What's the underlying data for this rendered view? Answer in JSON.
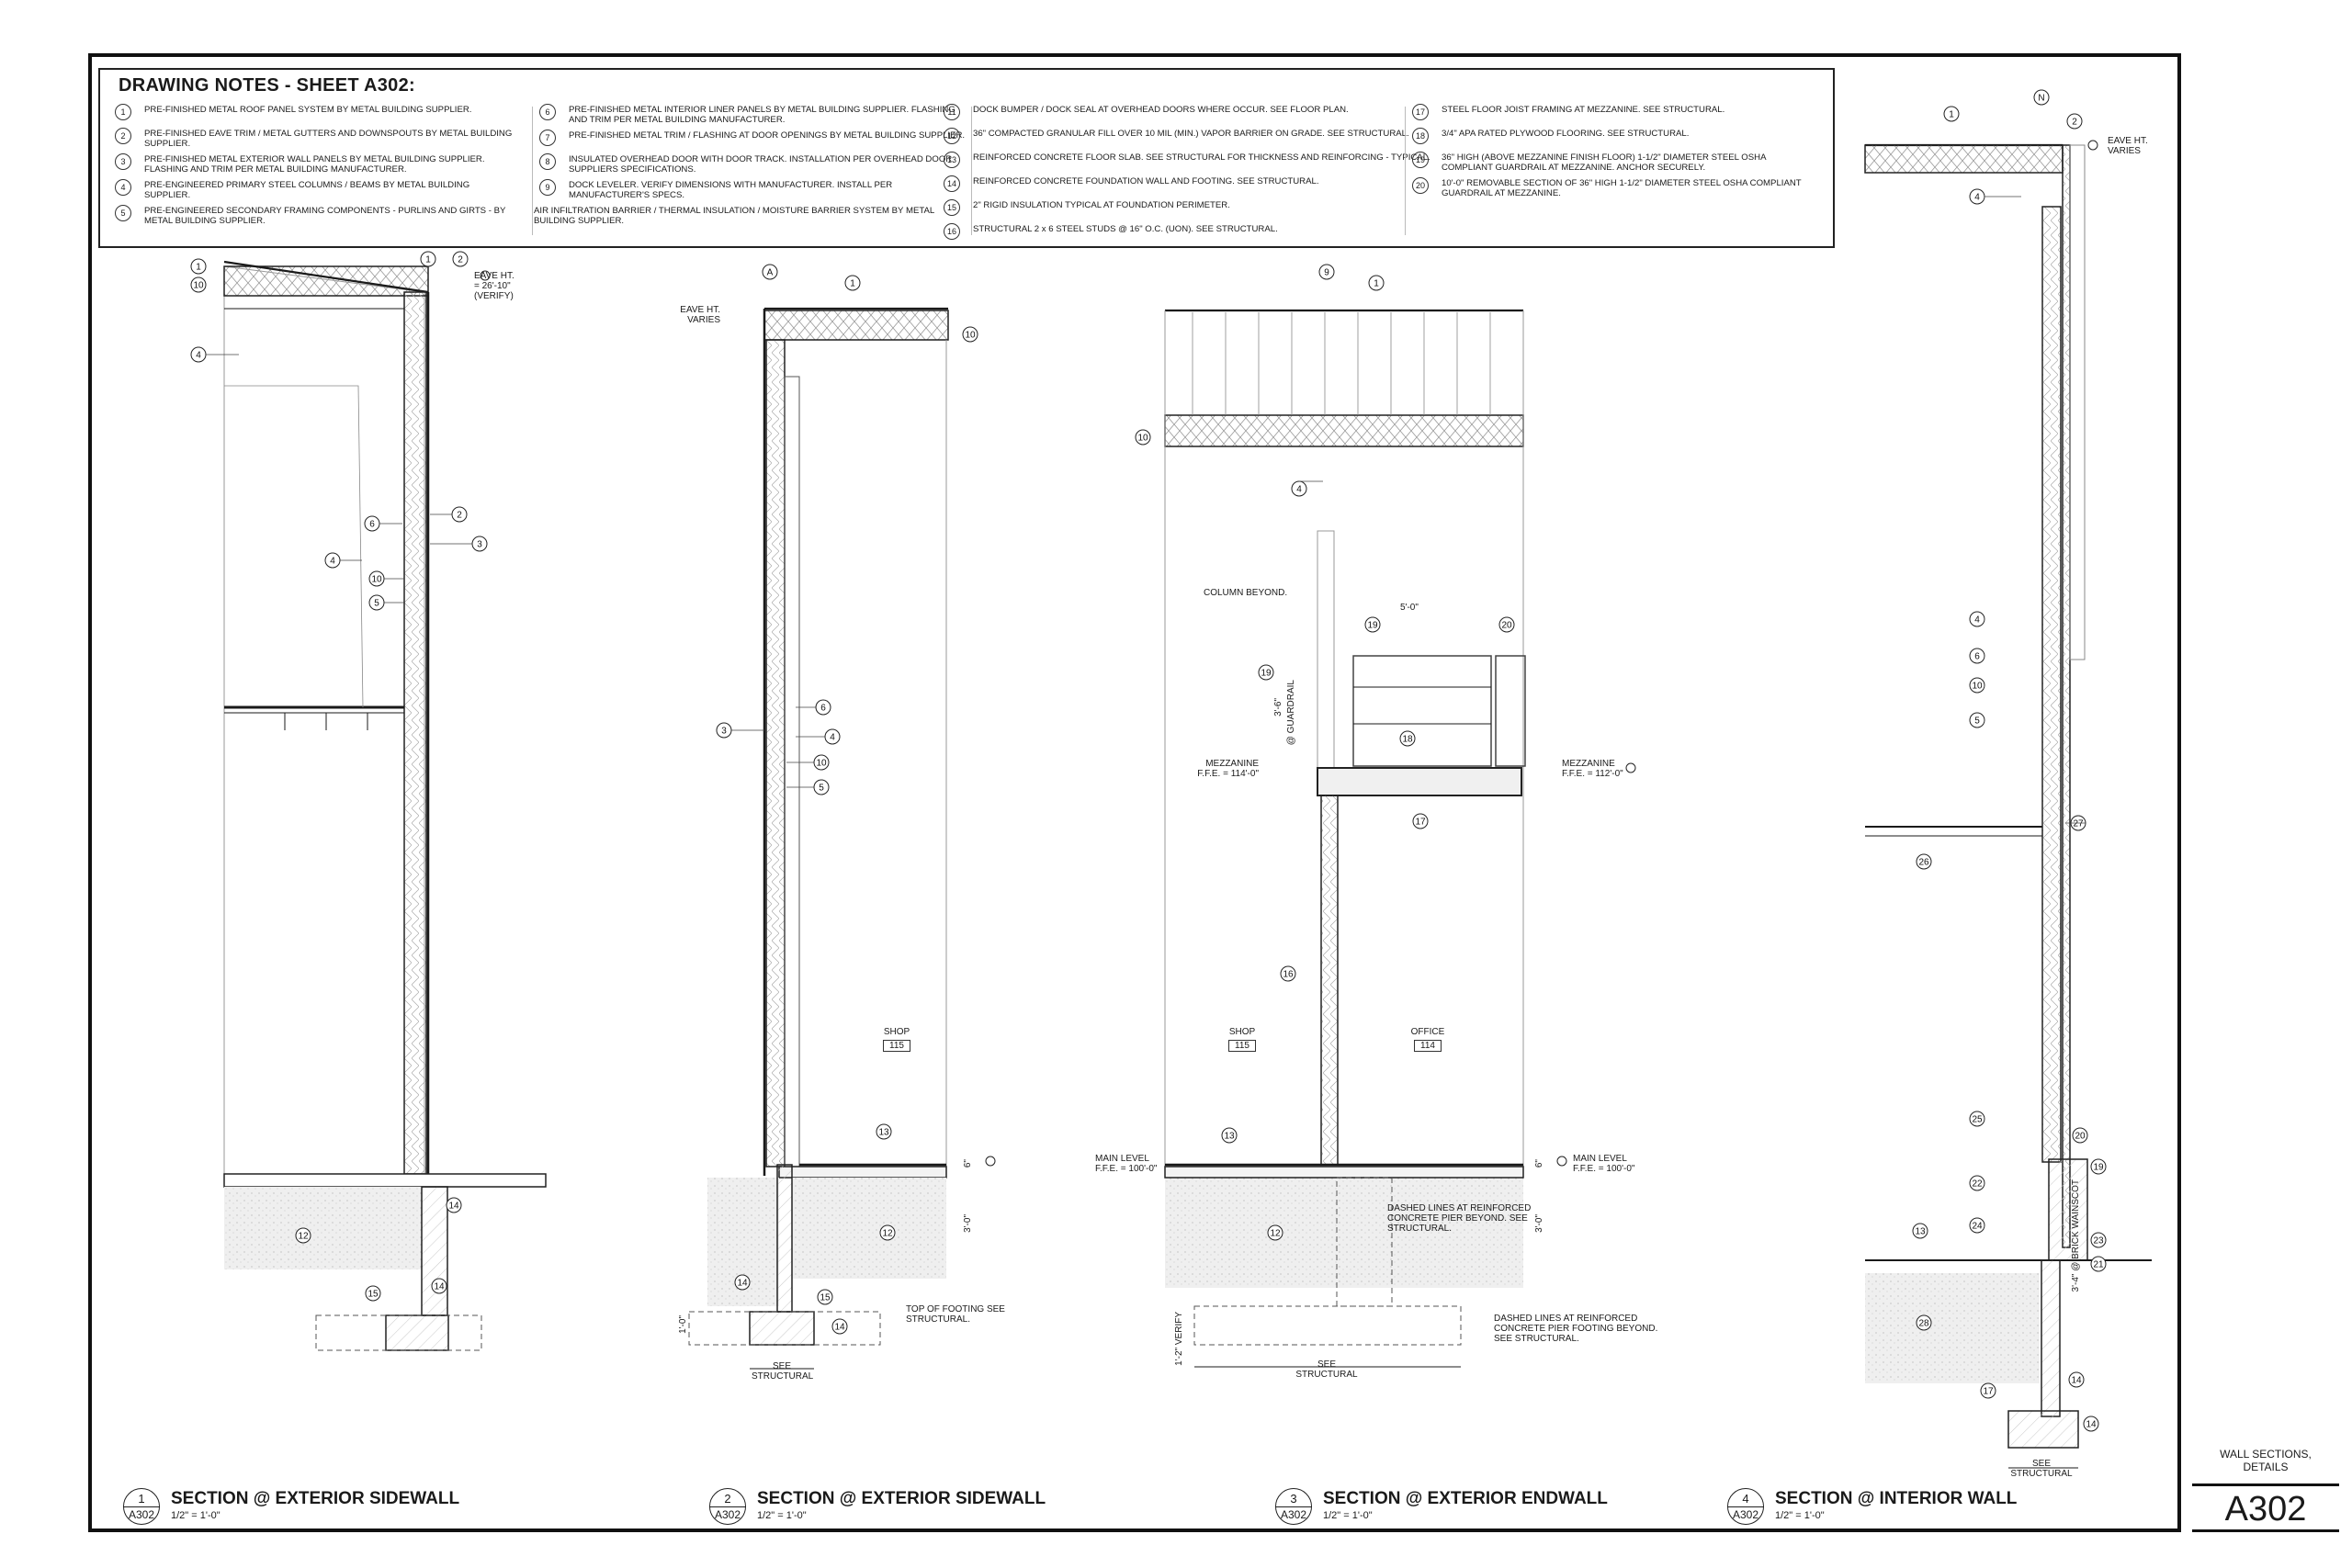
{
  "notes": {
    "title": "DRAWING NOTES - SHEET A302:",
    "col1": [
      {
        "n": "1",
        "text": "PRE-FINISHED METAL ROOF PANEL SYSTEM BY METAL BUILDING SUPPLIER."
      },
      {
        "n": "2",
        "text": "PRE-FINISHED EAVE TRIM / METAL GUTTERS AND DOWNSPOUTS BY METAL BUILDING SUPPLIER."
      },
      {
        "n": "3",
        "text": "PRE-FINISHED METAL EXTERIOR WALL PANELS BY METAL BUILDING SUPPLIER. FLASHING AND TRIM PER METAL BUILDING MANUFACTURER."
      },
      {
        "n": "4",
        "text": "PRE-ENGINEERED PRIMARY STEEL COLUMNS / BEAMS BY METAL BUILDING SUPPLIER."
      },
      {
        "n": "5",
        "text": "PRE-ENGINEERED SECONDARY FRAMING COMPONENTS - PURLINS AND GIRTS - BY METAL BUILDING SUPPLIER."
      }
    ],
    "col2": [
      {
        "n": "6",
        "text": "PRE-FINISHED METAL INTERIOR LINER PANELS BY METAL BUILDING SUPPLIER. FLASHING AND TRIM PER METAL BUILDING MANUFACTURER."
      },
      {
        "n": "7",
        "text": "PRE-FINISHED METAL TRIM / FLASHING AT DOOR OPENINGS BY METAL BUILDING SUPPLIER."
      },
      {
        "n": "8",
        "text": "INSULATED OVERHEAD DOOR WITH DOOR TRACK. INSTALLATION PER OVERHEAD DOOR SUPPLIERS SPECIFICATIONS."
      },
      {
        "n": "9",
        "text": "DOCK LEVELER. VERIFY DIMENSIONS WITH MANUFACTURER. INSTALL PER MANUFACTURER'S SPECS."
      }
    ],
    "col2_extra": "AIR INFILTRATION BARRIER / THERMAL INSULATION / MOISTURE BARRIER SYSTEM BY METAL BUILDING SUPPLIER.",
    "col3": [
      {
        "n": "11",
        "text": "DOCK BUMPER / DOCK SEAL AT OVERHEAD DOORS WHERE OCCUR. SEE FLOOR PLAN."
      },
      {
        "n": "12",
        "text": "36\" COMPACTED GRANULAR FILL OVER 10 MIL (MIN.) VAPOR BARRIER ON GRADE. SEE STRUCTURAL."
      },
      {
        "n": "13",
        "text": "REINFORCED CONCRETE FLOOR SLAB. SEE STRUCTURAL FOR THICKNESS AND REINFORCING - TYPICAL."
      },
      {
        "n": "14",
        "text": "REINFORCED CONCRETE FOUNDATION WALL AND FOOTING. SEE STRUCTURAL."
      },
      {
        "n": "15",
        "text": "2\" RIGID INSULATION TYPICAL AT FOUNDATION PERIMETER."
      },
      {
        "n": "16",
        "text": "STRUCTURAL 2 x 6 STEEL STUDS @ 16\" O.C. (UON). SEE STRUCTURAL."
      }
    ],
    "col4": [
      {
        "n": "17",
        "text": "STEEL FLOOR JOIST FRAMING AT MEZZANINE. SEE STRUCTURAL."
      },
      {
        "n": "18",
        "text": "3/4\" APA RATED PLYWOOD FLOORING. SEE STRUCTURAL."
      },
      {
        "n": "19",
        "text": "36\" HIGH (ABOVE MEZZANINE FINISH FLOOR) 1-1/2\" DIAMETER STEEL OSHA COMPLIANT GUARDRAIL AT MEZZANINE. ANCHOR SECURELY."
      },
      {
        "n": "20",
        "text": "10'-0\" REMOVABLE SECTION OF 36\" HIGH 1-1/2\" DIAMETER STEEL OSHA COMPLIANT GUARDRAIL AT MEZZANINE."
      }
    ]
  },
  "labels": {
    "eave_ht_1": "EAVE HT.",
    "eave_ht_1b": "= 26'-10\"",
    "eave_ht_1c": "(VERIFY)",
    "eave_ht_2": "EAVE HT.",
    "eave_ht_2b": "VARIES",
    "eave_ht_4": "EAVE HT.",
    "eave_ht_4b": "VARIES",
    "shop": "SHOP",
    "shop_num": "115",
    "shop3": "SHOP",
    "shop3_num": "115",
    "office": "OFFICE",
    "office_num": "114",
    "column_beyond": "COLUMN BEYOND.",
    "dim_5_0": "5'-0\"",
    "dim_3_6": "3'-6\"",
    "guardrail": "@ GUARDRAIL",
    "mezz_l": "MEZZANINE",
    "mezz_l_ffe": "F.F.E. = 114'-0\"",
    "mezz_r": "MEZZANINE",
    "mezz_r_ffe": "F.F.E. = 112'-0\"",
    "main_l": "MAIN LEVEL",
    "main_l_ffe": "F.F.E. = 100'-0\"",
    "main_r": "MAIN LEVEL",
    "main_r_ffe": "F.F.E. = 100'-0\"",
    "dashed_1": "DASHED LINES AT REINFORCED CONCRETE PIER BEYOND. SEE STRUCTURAL.",
    "dashed_2": "DASHED LINES AT REINFORCED CONCRETE PIER FOOTING BEYOND. SEE STRUCTURAL.",
    "top_footing": "TOP OF FOOTING SEE STRUCTURAL.",
    "see_structural_2": "SEE STRUCTURAL",
    "see_structural_3": "SEE STRUCTURAL",
    "see_structural_4": "SEE STRUCTURAL",
    "dim_3_0a": "3'-0\"",
    "dim_3_0b": "3'-0\"",
    "dim_6a": "6\"",
    "dim_6b": "6\"",
    "dim_1_0": "1'-0\"",
    "dim_1_2": "1'-2\" VERIFY",
    "brick_dim": "3'-4\" @ BRICK WAINSCOT",
    "north": "N"
  },
  "sections": [
    {
      "num": "1",
      "sheet": "A302",
      "title": "SECTION @ EXTERIOR SIDEWALL",
      "scale": "1/2\" = 1'-0\""
    },
    {
      "num": "2",
      "sheet": "A302",
      "title": "SECTION @ EXTERIOR SIDEWALL",
      "scale": "1/2\" = 1'-0\""
    },
    {
      "num": "3",
      "sheet": "A302",
      "title": "SECTION @ EXTERIOR ENDWALL",
      "scale": "1/2\" = 1'-0\""
    },
    {
      "num": "4",
      "sheet": "A302",
      "title": "SECTION @ INTERIOR WALL",
      "scale": "1/2\" = 1'-0\""
    }
  ],
  "sheet": {
    "name": "WALL SECTIONS, DETAILS",
    "number": "A302"
  },
  "colors": {
    "line": "#1a1a1a",
    "hatch": "#bfbfbf",
    "fill": "#ececec"
  }
}
